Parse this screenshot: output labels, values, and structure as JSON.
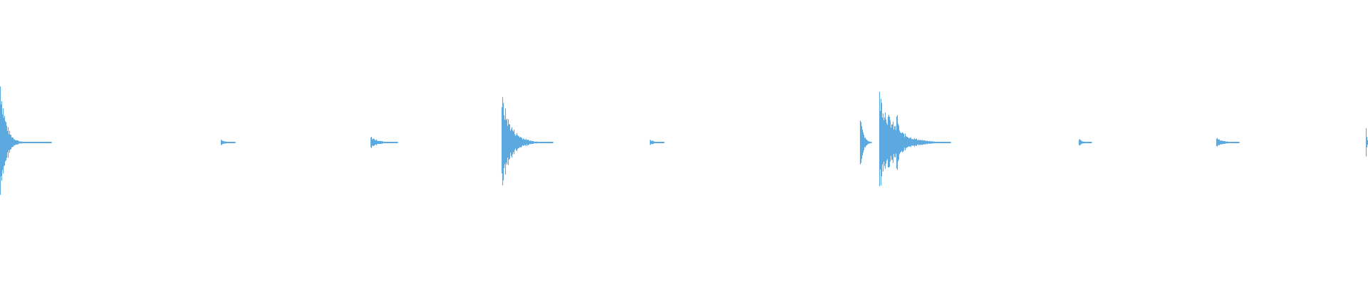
{
  "waveform": {
    "color": "#5ca9e0",
    "background": "#ffffff",
    "hits": [
      {
        "kind": "large",
        "amplitude": 1.0,
        "decay": 0.1
      },
      {
        "kind": "small",
        "amplitude": 0.06,
        "decay": 0.25
      },
      {
        "kind": "small",
        "amplitude": 0.09,
        "decay": 0.28
      },
      {
        "kind": "large",
        "amplitude": 0.7,
        "decay": 0.18
      },
      {
        "kind": "small",
        "amplitude": 0.05,
        "decay": 0.25
      },
      {
        "kind": "large",
        "amplitude": 0.75,
        "decay": 0.2
      },
      {
        "kind": "small",
        "amplitude": 0.06,
        "decay": 0.25
      },
      {
        "kind": "small",
        "amplitude": 0.08,
        "decay": 0.28
      },
      {
        "kind": "edge",
        "amplitude": 0.2,
        "decay": 0.5
      }
    ]
  }
}
